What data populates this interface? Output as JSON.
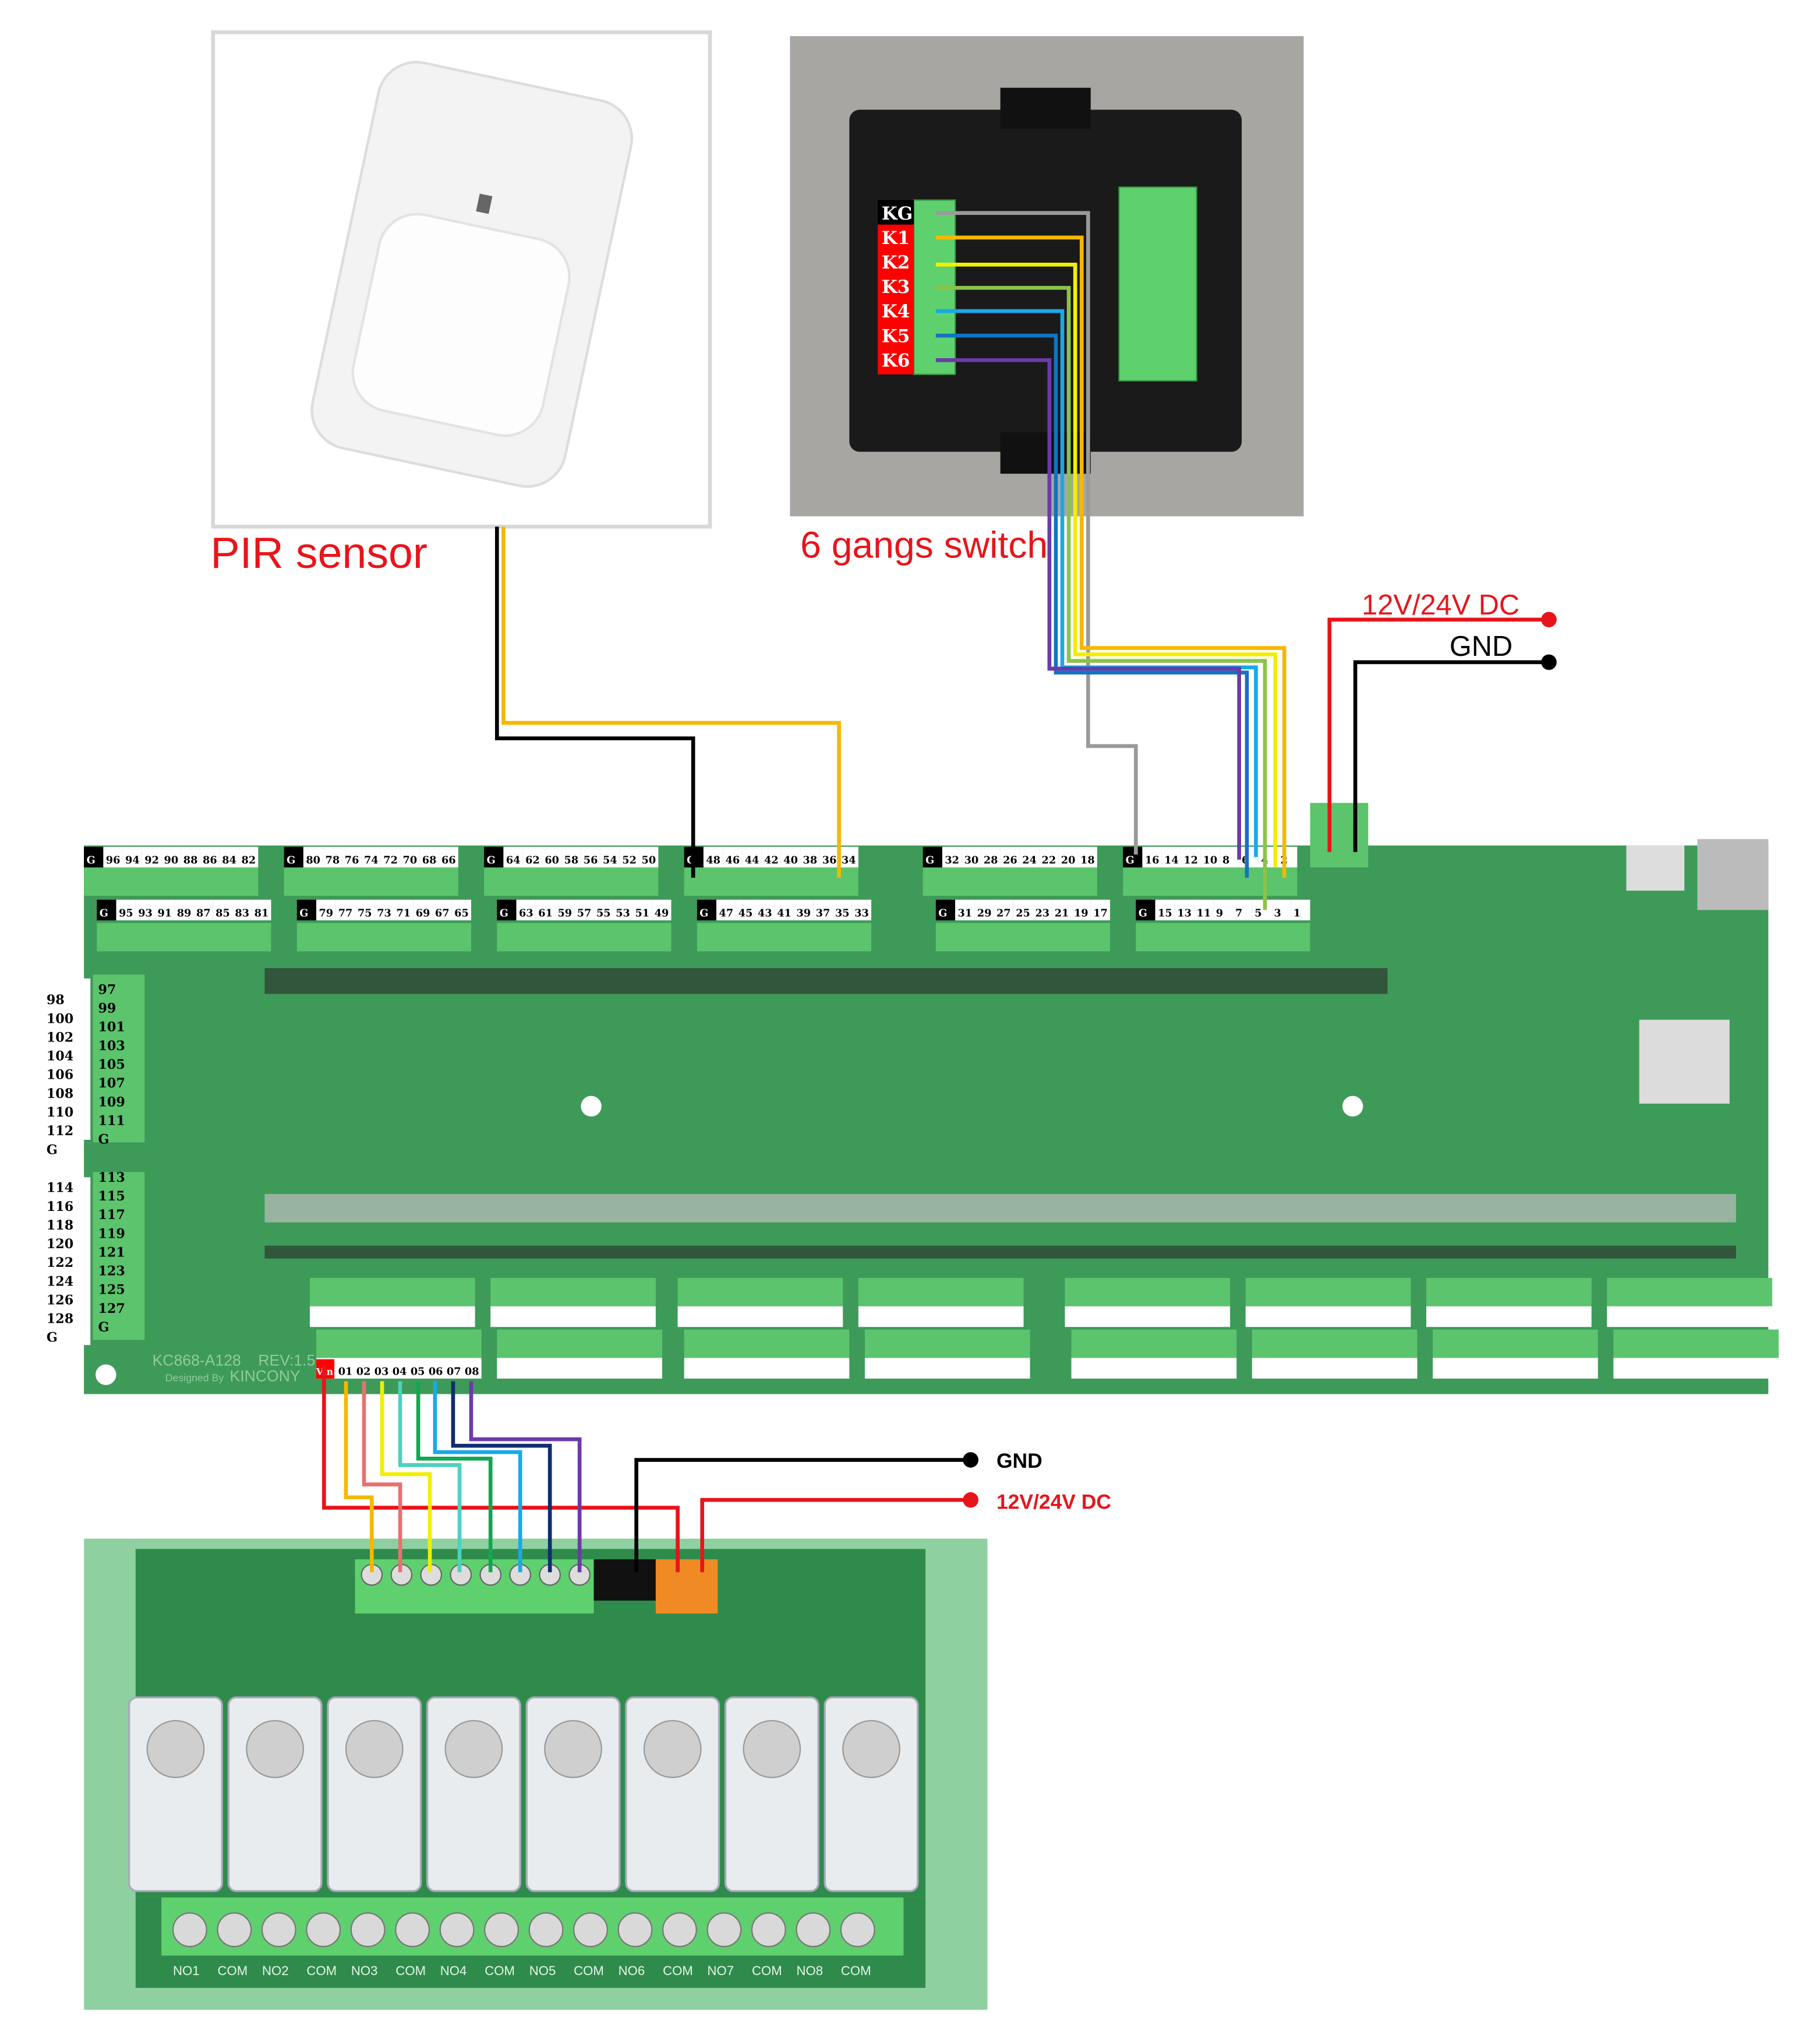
{
  "pir": {
    "label": "PIR sensor"
  },
  "switch": {
    "label": "6 gangs switch",
    "terminals": [
      "KG",
      "K1",
      "K2",
      "K3",
      "K4",
      "K5",
      "K6"
    ]
  },
  "power_top": {
    "vdc_label": "12V/24V DC",
    "gnd_label": "GND"
  },
  "power_bottom": {
    "vdc_label": "12V/24V DC",
    "gnd_label": "GND"
  },
  "controller": {
    "model": "KC868-A128",
    "revision": "REV:1.5",
    "designed_by": "Designed By",
    "brand": "KINCONY",
    "top_row_1": [
      "G",
      "96",
      "94",
      "92",
      "90",
      "88",
      "86",
      "84",
      "82",
      "G",
      "80",
      "78",
      "76",
      "74",
      "72",
      "70",
      "68",
      "66",
      "G",
      "64",
      "62",
      "60",
      "58",
      "56",
      "54",
      "52",
      "50",
      "G",
      "48",
      "46",
      "44",
      "42",
      "40",
      "38",
      "36",
      "34",
      "G",
      "32",
      "30",
      "28",
      "26",
      "24",
      "22",
      "20",
      "18",
      "G",
      "16",
      "14",
      "12",
      "10",
      "8",
      "6",
      "4",
      "2"
    ],
    "top_row_2": [
      "G",
      "95",
      "93",
      "91",
      "89",
      "87",
      "85",
      "83",
      "81",
      "G",
      "79",
      "77",
      "75",
      "73",
      "71",
      "69",
      "67",
      "65",
      "G",
      "63",
      "61",
      "59",
      "57",
      "55",
      "53",
      "51",
      "49",
      "G",
      "47",
      "45",
      "43",
      "41",
      "39",
      "37",
      "35",
      "33",
      "G",
      "31",
      "29",
      "27",
      "25",
      "23",
      "21",
      "19",
      "17",
      "G",
      "15",
      "13",
      "11",
      "9",
      "7",
      "5",
      "3",
      "1"
    ],
    "left_col_outer": [
      "98",
      "100",
      "102",
      "104",
      "106",
      "108",
      "110",
      "112",
      "G",
      "114",
      "116",
      "118",
      "120",
      "122",
      "124",
      "126",
      "128",
      "G"
    ],
    "left_col_inner": [
      "97",
      "99",
      "101",
      "103",
      "105",
      "107",
      "109",
      "111",
      "G",
      "113",
      "115",
      "117",
      "119",
      "121",
      "123",
      "125",
      "127",
      "G"
    ],
    "output_group_1": {
      "vin": "Vin",
      "pins": [
        "01",
        "02",
        "03",
        "04",
        "05",
        "06",
        "07",
        "08"
      ]
    }
  },
  "relay_board": {
    "terminals": [
      "NO1",
      "COM",
      "NO2",
      "COM",
      "NO3",
      "COM",
      "NO4",
      "COM",
      "NO5",
      "COM",
      "NO6",
      "COM",
      "NO7",
      "COM",
      "NO8",
      "COM"
    ]
  },
  "colors": {
    "label_red": "#e8141b",
    "board_green": "#3e9a58",
    "terminal_green": "#5fd06e",
    "wire_k1": "#f5b800",
    "wire_k2": "#f2ee00",
    "wire_k3": "#8bc34a",
    "wire_k4": "#19a9e8",
    "wire_k5": "#1273c2",
    "wire_k6": "#6a3ba8",
    "wire_kg": "#9a9a9a"
  }
}
